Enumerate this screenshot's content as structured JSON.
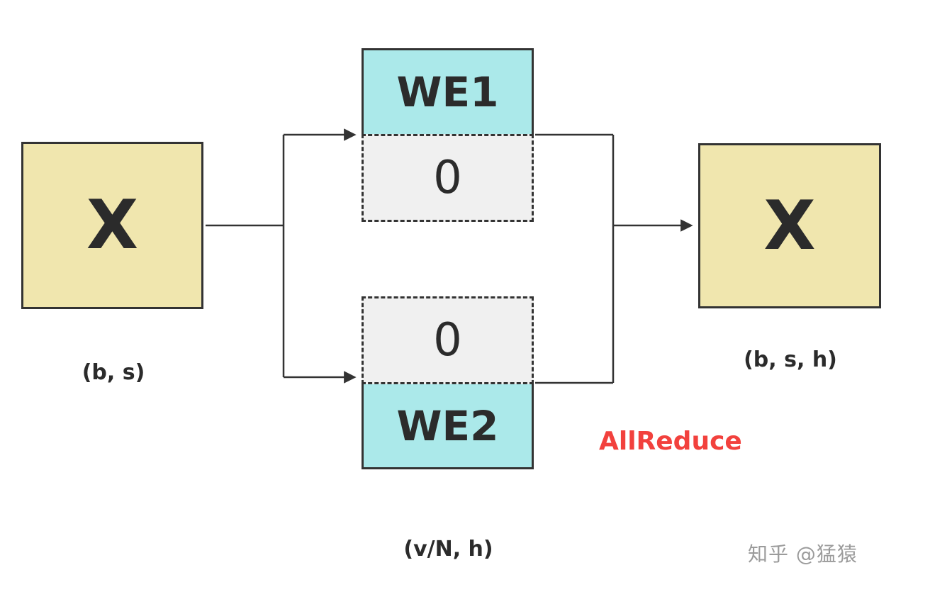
{
  "diagram": {
    "title": "embedding tensor-parallel allreduce diagram",
    "left_box": {
      "label": "X",
      "caption": "(b, s)"
    },
    "we1_box": {
      "label": "WE1"
    },
    "zero_top_box": {
      "label": "0"
    },
    "zero_bottom_box": {
      "label": "0"
    },
    "we2_box": {
      "label": "WE2"
    },
    "right_box": {
      "label": "X",
      "caption": "(b, s, h)"
    },
    "allreduce_label": "AllReduce",
    "middle_caption": "(v/N, h)",
    "watermark": "知乎 @猛猿",
    "colors": {
      "yellow_fill": "#f0e6ae",
      "cyan_fill": "#abe9ea",
      "gray_fill": "#f0f0f0",
      "border": "#333333",
      "text": "#2b2b2b",
      "red": "#f2413d",
      "watermark_gray": "#9b9b9b"
    }
  }
}
